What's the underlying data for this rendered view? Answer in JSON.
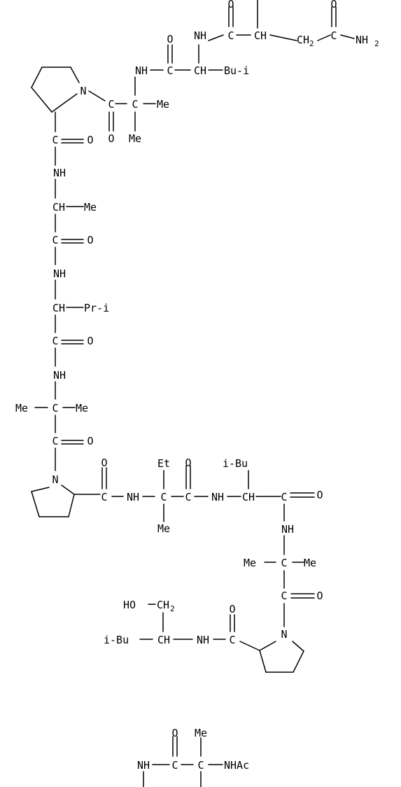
{
  "colors": {
    "background": "#ffffff",
    "ink": "#000000"
  },
  "atoms": [
    {
      "id": "o1",
      "text": "O"
    },
    {
      "id": "o2",
      "text": "O"
    },
    {
      "id": "nh1",
      "text": "NH"
    },
    {
      "id": "c1",
      "text": "C"
    },
    {
      "id": "ch1",
      "text": "CH"
    },
    {
      "id": "ch2a",
      "text": "CH"
    },
    {
      "id": "ch2b",
      "text": "2"
    },
    {
      "id": "c2",
      "text": "C"
    },
    {
      "id": "nh2a",
      "text": "NH"
    },
    {
      "id": "nh2b",
      "text": "2"
    },
    {
      "id": "o3",
      "text": "O"
    },
    {
      "id": "nh3",
      "text": "NH"
    },
    {
      "id": "c3",
      "text": "C"
    },
    {
      "id": "ch3",
      "text": "CH"
    },
    {
      "id": "bu1",
      "text": "Bu-i"
    },
    {
      "id": "n1",
      "text": "N"
    },
    {
      "id": "c4",
      "text": "C"
    },
    {
      "id": "c5",
      "text": "C"
    },
    {
      "id": "me1",
      "text": "Me"
    },
    {
      "id": "o4",
      "text": "O"
    },
    {
      "id": "me2",
      "text": "Me"
    },
    {
      "id": "c6",
      "text": "C"
    },
    {
      "id": "o5",
      "text": "O"
    },
    {
      "id": "nh4",
      "text": "NH"
    },
    {
      "id": "ch4",
      "text": "CH"
    },
    {
      "id": "me3",
      "text": "Me"
    },
    {
      "id": "c7",
      "text": "C"
    },
    {
      "id": "o6",
      "text": "O"
    },
    {
      "id": "nh5",
      "text": "NH"
    },
    {
      "id": "ch5",
      "text": "CH"
    },
    {
      "id": "pr1",
      "text": "Pr-i"
    },
    {
      "id": "c8",
      "text": "C"
    },
    {
      "id": "o7",
      "text": "O"
    },
    {
      "id": "nh6",
      "text": "NH"
    },
    {
      "id": "me4",
      "text": "Me"
    },
    {
      "id": "c9",
      "text": "C"
    },
    {
      "id": "me5",
      "text": "Me"
    },
    {
      "id": "c10",
      "text": "C"
    },
    {
      "id": "o8",
      "text": "O"
    },
    {
      "id": "n2",
      "text": "N"
    },
    {
      "id": "o9",
      "text": "O"
    },
    {
      "id": "c11",
      "text": "C"
    },
    {
      "id": "nh7",
      "text": "NH"
    },
    {
      "id": "et1",
      "text": "Et"
    },
    {
      "id": "c12",
      "text": "C"
    },
    {
      "id": "me6",
      "text": "Me"
    },
    {
      "id": "o10",
      "text": "O"
    },
    {
      "id": "c13",
      "text": "C"
    },
    {
      "id": "nh8",
      "text": "NH"
    },
    {
      "id": "bu2",
      "text": "i-Bu"
    },
    {
      "id": "ch6",
      "text": "CH"
    },
    {
      "id": "c14",
      "text": "C"
    },
    {
      "id": "o11",
      "text": "O"
    },
    {
      "id": "nh9",
      "text": "NH"
    },
    {
      "id": "me7",
      "text": "Me"
    },
    {
      "id": "c15",
      "text": "C"
    },
    {
      "id": "me8",
      "text": "Me"
    },
    {
      "id": "c16",
      "text": "C"
    },
    {
      "id": "o12",
      "text": "O"
    },
    {
      "id": "n3",
      "text": "N"
    },
    {
      "id": "ho1",
      "text": "HO"
    },
    {
      "id": "ch7a",
      "text": "CH"
    },
    {
      "id": "ch7b",
      "text": "2"
    },
    {
      "id": "bu3",
      "text": "i-Bu"
    },
    {
      "id": "ch8",
      "text": "CH"
    },
    {
      "id": "nh10",
      "text": "NH"
    },
    {
      "id": "c17",
      "text": "C"
    },
    {
      "id": "o13",
      "text": "O"
    },
    {
      "id": "o14",
      "text": "O"
    },
    {
      "id": "me9",
      "text": "Me"
    },
    {
      "id": "nh11",
      "text": "NH"
    },
    {
      "id": "c18",
      "text": "C"
    },
    {
      "id": "c19",
      "text": "C"
    },
    {
      "id": "nhac",
      "text": "NHAc"
    }
  ]
}
